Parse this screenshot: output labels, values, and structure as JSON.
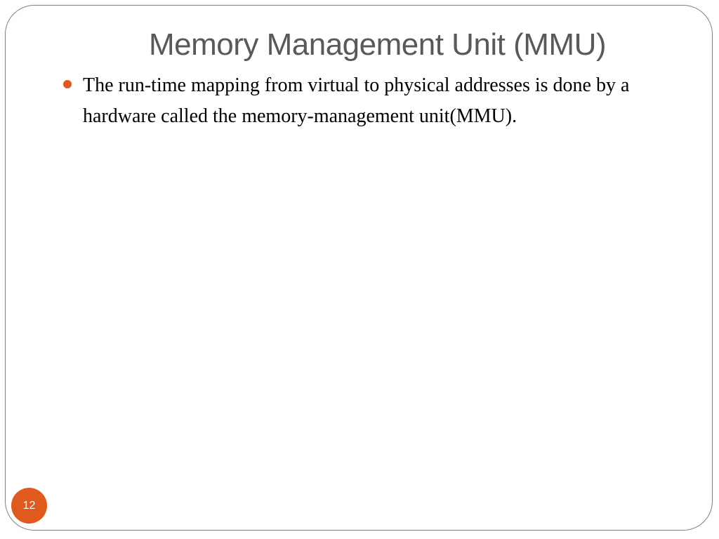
{
  "slide": {
    "title": "Memory Management Unit (MMU)",
    "bullets": [
      {
        "text": "The run-time mapping from virtual to physical addresses is done by a hardware called the memory-management unit(MMU)."
      }
    ],
    "page_number": "12"
  },
  "colors": {
    "accent": "#e05a1e",
    "title": "#595959",
    "frame": "#7f7f7f"
  },
  "icons": {
    "bullet": "filled-circle-bullet"
  }
}
